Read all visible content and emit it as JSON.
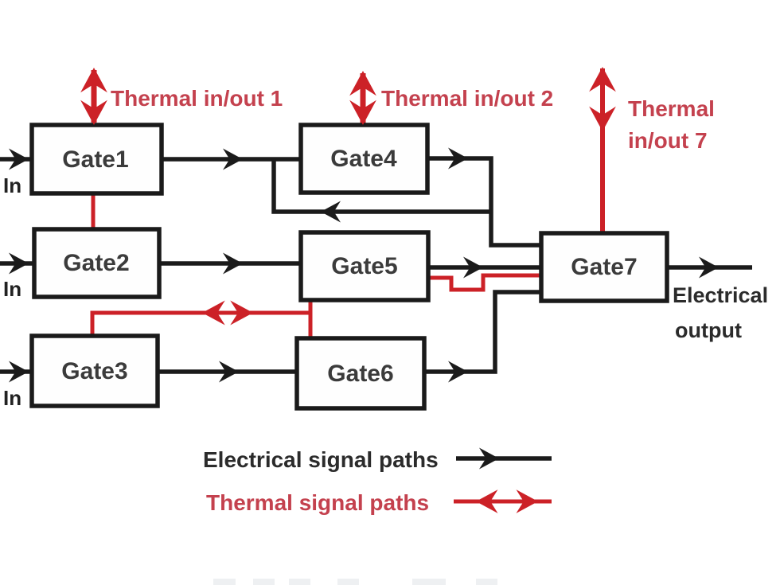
{
  "figure": {
    "gates": [
      {
        "id": "gate1",
        "label": "Gate1"
      },
      {
        "id": "gate2",
        "label": "Gate2"
      },
      {
        "id": "gate3",
        "label": "Gate3"
      },
      {
        "id": "gate4",
        "label": "Gate4"
      },
      {
        "id": "gate5",
        "label": "Gate5"
      },
      {
        "id": "gate6",
        "label": "Gate6"
      },
      {
        "id": "gate7",
        "label": "Gate7"
      }
    ],
    "input_labels": [
      "In",
      "In",
      "In"
    ],
    "thermal_ports": {
      "t1": "Thermal in/out 1",
      "t2": "Thermal in/out 2",
      "t7_line1": "Thermal",
      "t7_line2": "in/out 7"
    },
    "output_label": {
      "line1": "Electrical",
      "line2": "output"
    },
    "legend": {
      "electrical": "Electrical signal paths",
      "thermal": "Thermal signal paths"
    },
    "colors": {
      "electrical_path": "#1b1b1b",
      "thermal_path": "#cc2127",
      "thermal_text": "#c4414e",
      "gate_text": "#3b3b3b"
    }
  }
}
